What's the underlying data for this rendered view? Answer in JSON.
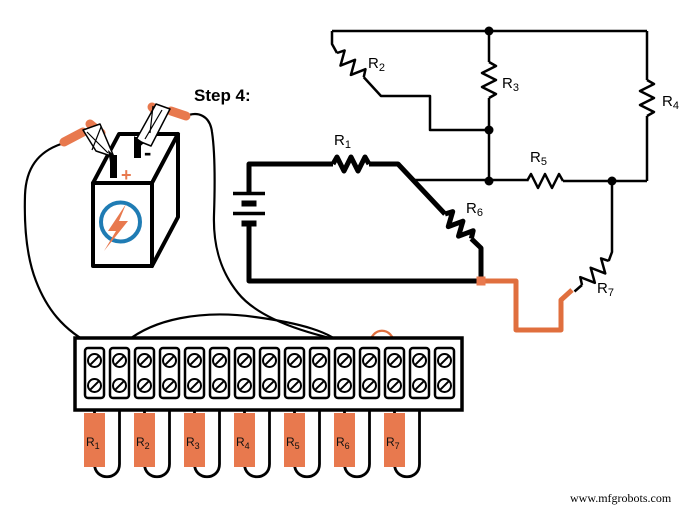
{
  "step": {
    "label": "Step 4:"
  },
  "watermark": {
    "text": "www.mfgrobots.com"
  },
  "colors": {
    "accent_orange": "#E8794E",
    "wire_orange": "#E06F3E",
    "logo_blue": "#1F7CB4",
    "line_black": "#000000"
  },
  "battery": {
    "positive_label": "+",
    "negative_label": "-"
  },
  "schematic": {
    "resistors": [
      {
        "label": "R1",
        "symbol": "R",
        "sub": "1"
      },
      {
        "label": "R2",
        "symbol": "R",
        "sub": "2"
      },
      {
        "label": "R3",
        "symbol": "R",
        "sub": "3"
      },
      {
        "label": "R4",
        "symbol": "R",
        "sub": "4"
      },
      {
        "label": "R5",
        "symbol": "R",
        "sub": "5"
      },
      {
        "label": "R6",
        "symbol": "R",
        "sub": "6"
      },
      {
        "label": "R7",
        "symbol": "R",
        "sub": "7"
      }
    ]
  },
  "terminal_strip": {
    "terminal_count": 15,
    "screws_per_terminal": 2,
    "resistors": [
      {
        "label": "R1",
        "symbol": "R",
        "sub": "1"
      },
      {
        "label": "R2",
        "symbol": "R",
        "sub": "2"
      },
      {
        "label": "R3",
        "symbol": "R",
        "sub": "3"
      },
      {
        "label": "R4",
        "symbol": "R",
        "sub": "4"
      },
      {
        "label": "R5",
        "symbol": "R",
        "sub": "5"
      },
      {
        "label": "R6",
        "symbol": "R",
        "sub": "6"
      },
      {
        "label": "R7",
        "symbol": "R",
        "sub": "7"
      }
    ]
  }
}
